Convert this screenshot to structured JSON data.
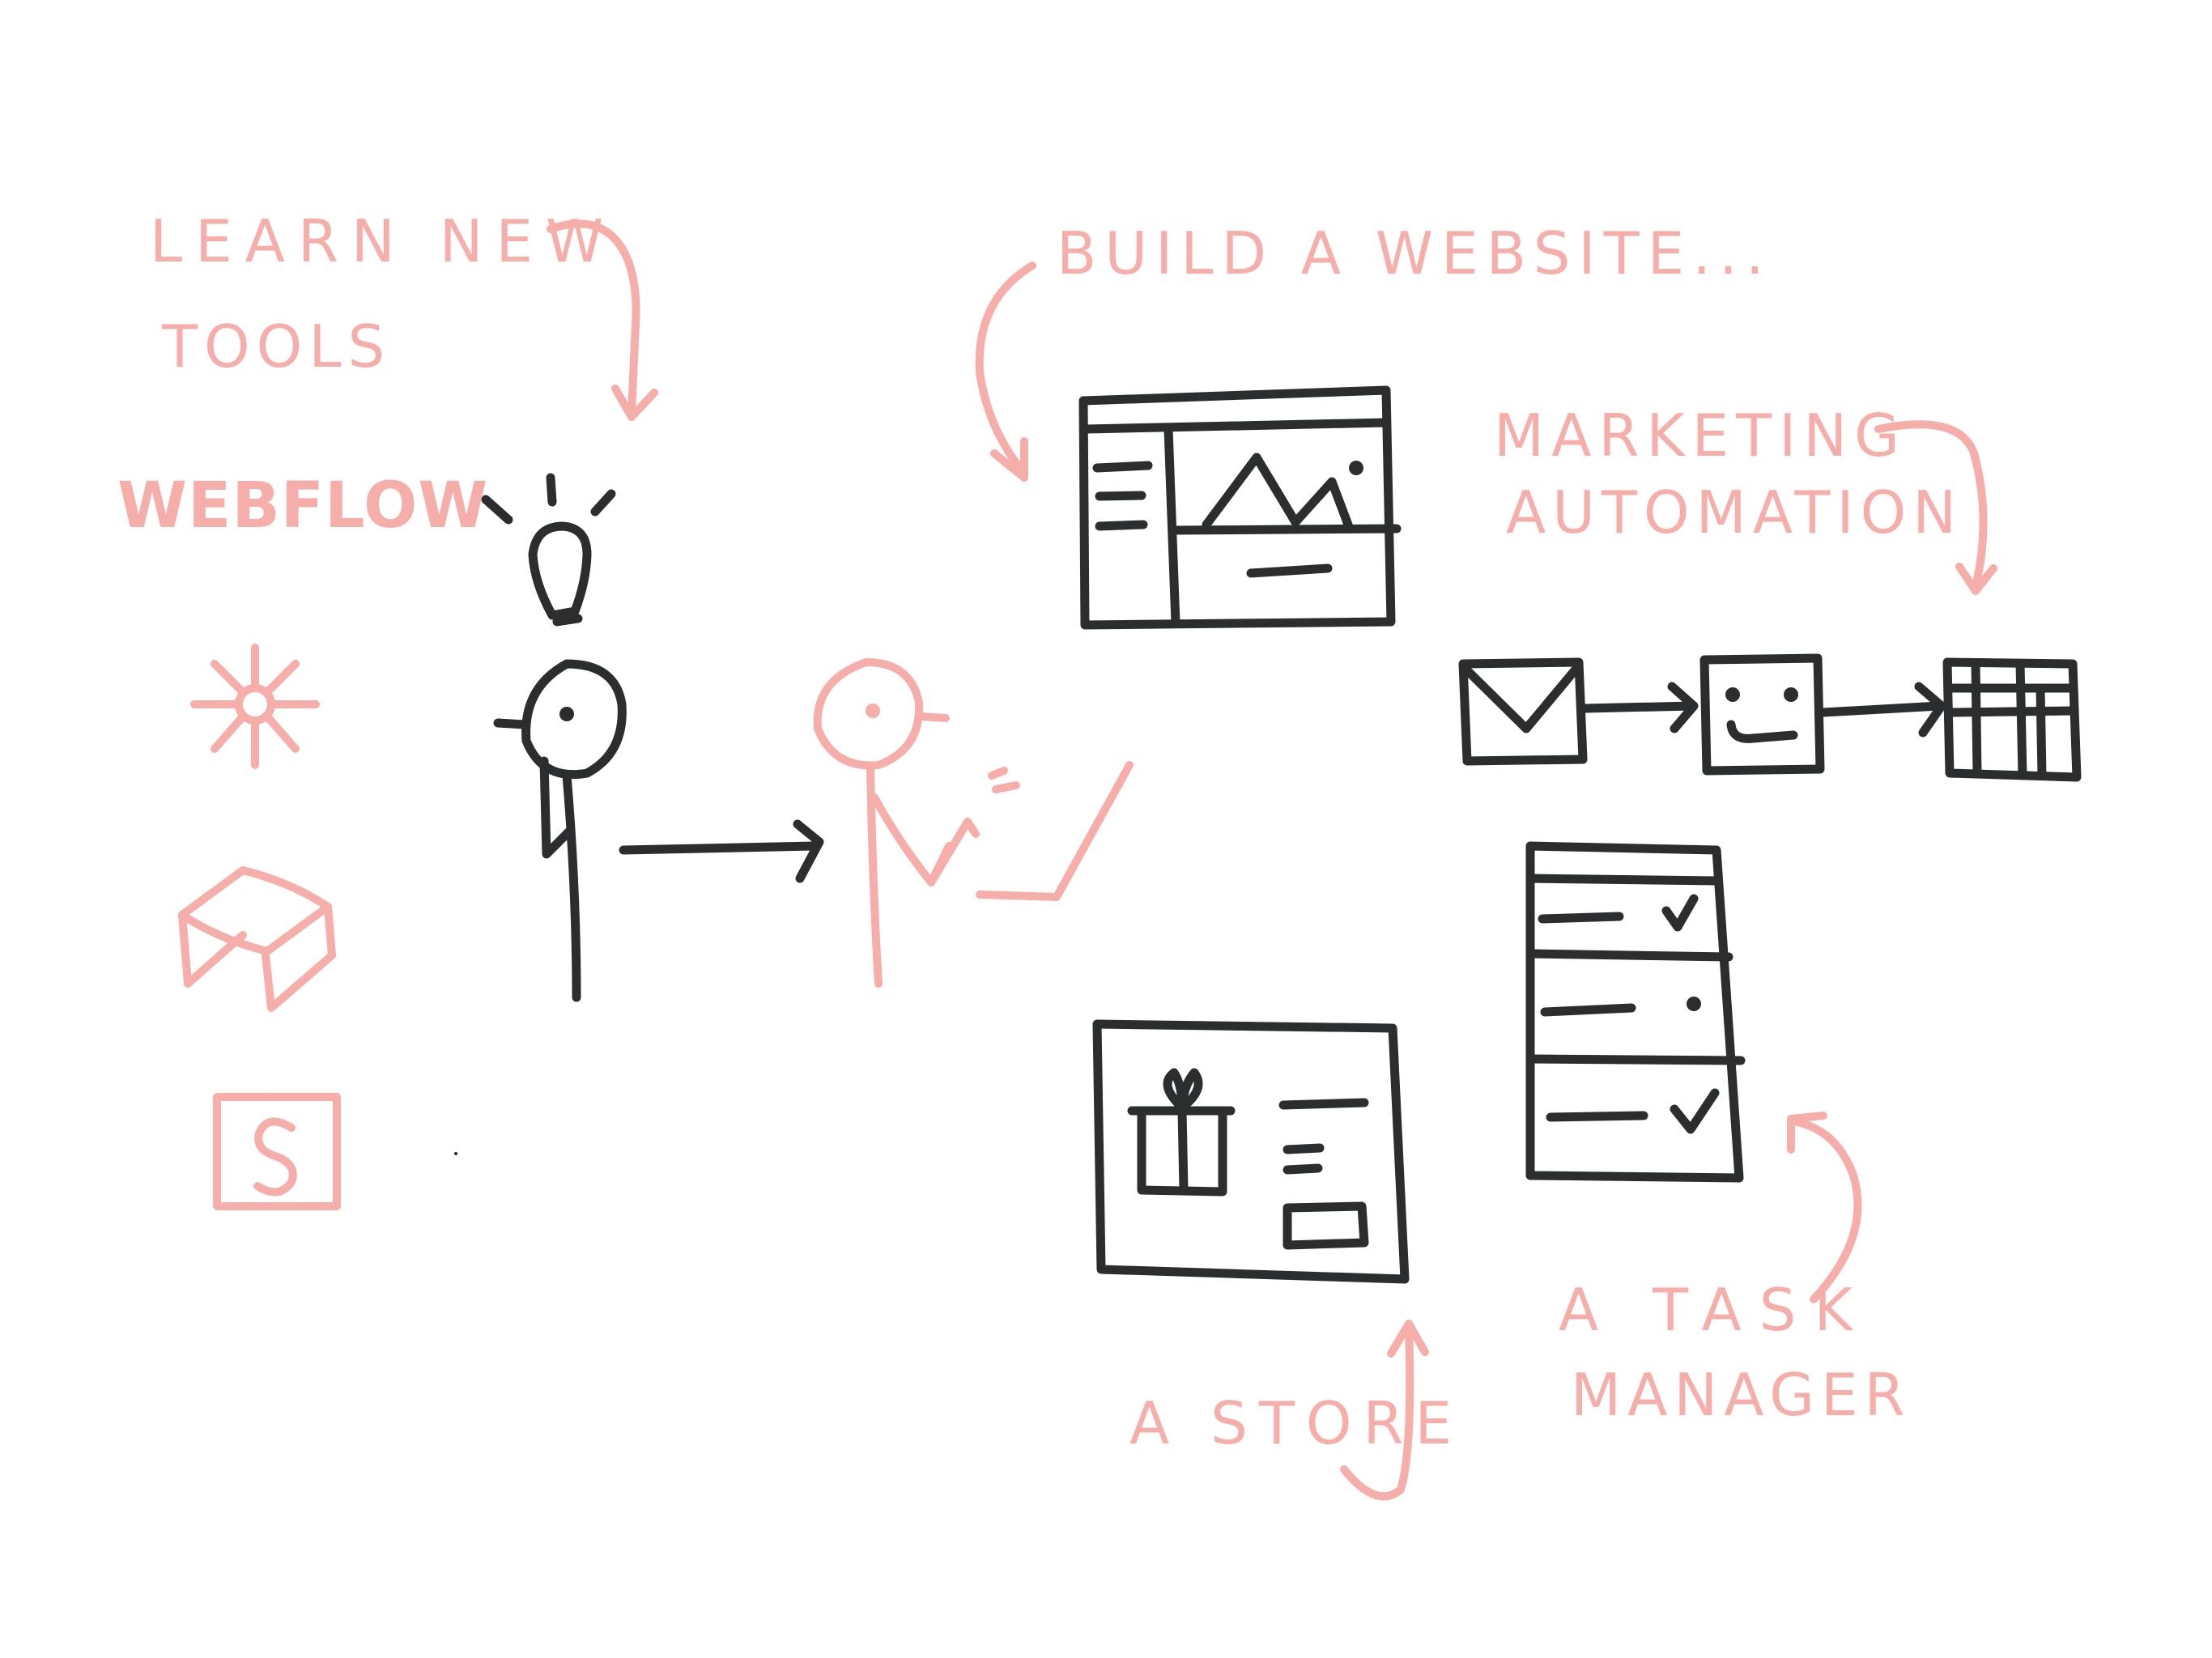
{
  "colors": {
    "accent": "#f6aeaa",
    "ink": "#2b2d2f",
    "background": "#ffffff"
  },
  "labels": {
    "learn_new": "LEARN NEW",
    "tools": "TOOLS",
    "webflow": "WEBFLOW",
    "build_website": "BUILD A WEBSITE...",
    "marketing": "MARKETING",
    "automation": "AUTOMATION",
    "a_store": "A STORE",
    "a_task": "A TASK",
    "manager": "MANAGER"
  },
  "icons": {
    "zapier": "zapier-logo-icon",
    "airtable": "airtable-logo-icon",
    "stripe": "stripe-logo-icon",
    "person": "stick-figure-icon",
    "idea": "lightbulb-icon",
    "website": "website-wireframe-icon",
    "email": "envelope-icon",
    "bot": "robot-face-icon",
    "sheet": "spreadsheet-icon",
    "tasks": "task-list-icon",
    "store": "store-product-icon"
  }
}
